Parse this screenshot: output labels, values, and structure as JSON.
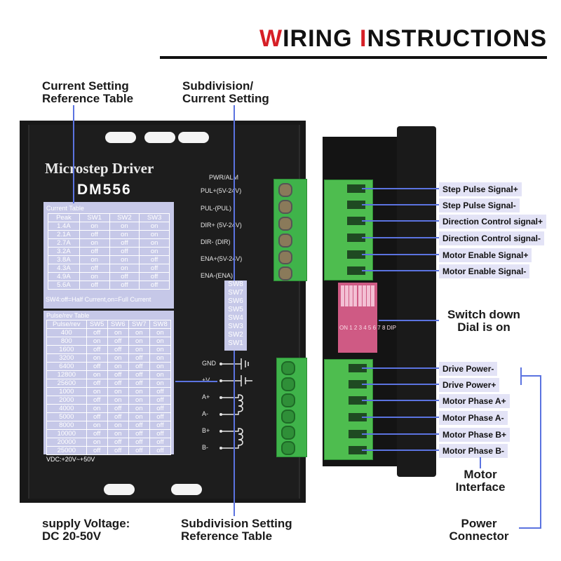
{
  "header": {
    "title_first_letter": "W",
    "title_rest1": "IRING ",
    "title_second_letter": "I",
    "title_rest2": "NSTRUCTIONS"
  },
  "callouts": {
    "current_table_l1": "Current Setting",
    "current_table_l2": "Reference Table",
    "subdivision_l1": "Subdivision/",
    "subdivision_l2": "Current Setting",
    "supply_l1": "supply Voltage:",
    "supply_l2": "DC 20-50V",
    "subdiv_ref_l1": "Subdivision Setting",
    "subdiv_ref_l2": "Reference Table",
    "switch_l1": "Switch down",
    "switch_l2": "Dial is on",
    "motor_l1": "Motor",
    "motor_l2": "Interface",
    "power_l1": "Power",
    "power_l2": "Connector"
  },
  "driver": {
    "brand": "Microstep Driver",
    "model": "DM556",
    "pwr_alm": "PWR/ALM",
    "pins": [
      "PUL+(5V-24V)",
      "PUL-(PUL)",
      "DIR+ (5V-24V)",
      "DIR- (DIR)",
      "ENA+(5V-24V)",
      "ENA-(ENA)"
    ],
    "switches": [
      "SW8",
      "SW7",
      "SW6",
      "SW5",
      "SW4",
      "SW3",
      "SW2",
      "SW1"
    ],
    "power_labels": [
      "GND",
      "+V",
      "A+",
      "A-",
      "B+",
      "B-"
    ],
    "vdc": "VDC:+20V~+50V"
  },
  "current_table": {
    "title": "Current  Table",
    "headers": [
      "Peak",
      "SW1",
      "SW2",
      "SW3"
    ],
    "rows": [
      [
        "1.4A",
        "on",
        "on",
        "on"
      ],
      [
        "2.1A",
        "off",
        "on",
        "on"
      ],
      [
        "2.7A",
        "on",
        "off",
        "on"
      ],
      [
        "3.2A",
        "off",
        "off",
        "on"
      ],
      [
        "3.8A",
        "on",
        "on",
        "off"
      ],
      [
        "4.3A",
        "off",
        "on",
        "off"
      ],
      [
        "4.9A",
        "on",
        "off",
        "off"
      ],
      [
        "5.6A",
        "off",
        "off",
        "off"
      ]
    ],
    "note": "SW4:off=Half Current,on=Full Current"
  },
  "pulse_table": {
    "title": "Pulse/rev Table",
    "headers": [
      "Pulse/rev",
      "SW5",
      "SW6",
      "SW7",
      "SW8"
    ],
    "rows": [
      [
        "400",
        "off",
        "on",
        "on",
        "on"
      ],
      [
        "800",
        "on",
        "off",
        "on",
        "on"
      ],
      [
        "1600",
        "off",
        "off",
        "on",
        "on"
      ],
      [
        "3200",
        "on",
        "on",
        "off",
        "on"
      ],
      [
        "6400",
        "off",
        "on",
        "off",
        "on"
      ],
      [
        "12800",
        "on",
        "off",
        "off",
        "on"
      ],
      [
        "25600",
        "off",
        "off",
        "off",
        "on"
      ],
      [
        "1000",
        "on",
        "on",
        "on",
        "off"
      ],
      [
        "2000",
        "off",
        "on",
        "on",
        "off"
      ],
      [
        "4000",
        "on",
        "off",
        "on",
        "off"
      ],
      [
        "5000",
        "off",
        "off",
        "on",
        "off"
      ],
      [
        "8000",
        "on",
        "on",
        "off",
        "off"
      ],
      [
        "10000",
        "off",
        "on",
        "off",
        "off"
      ],
      [
        "20000",
        "on",
        "off",
        "off",
        "off"
      ],
      [
        "25000",
        "off",
        "off",
        "off",
        "off"
      ]
    ]
  },
  "dip": {
    "on": "ON",
    "numbers": "1 2 3 4 5 6 7 8",
    "dip": "DIP"
  },
  "right_labels": {
    "signal": [
      "Step Pulse Signal+",
      "Step Pulse Signal-",
      "Direction Control signal+",
      "Direction Control signal-",
      "Motor Enable Signal+",
      "Motor Enable Signal-"
    ],
    "power": [
      "Drive Power-",
      "Drive Power+",
      "Motor Phase A+",
      "Motor Phase A-",
      "Motor Phase B+",
      "Motor Phase B-"
    ]
  },
  "colors": {
    "accent_red": "#d61f26",
    "callout_line": "#5b73e0",
    "terminal_green": "#3fb34a",
    "dip_pink": "#cf5a84"
  }
}
